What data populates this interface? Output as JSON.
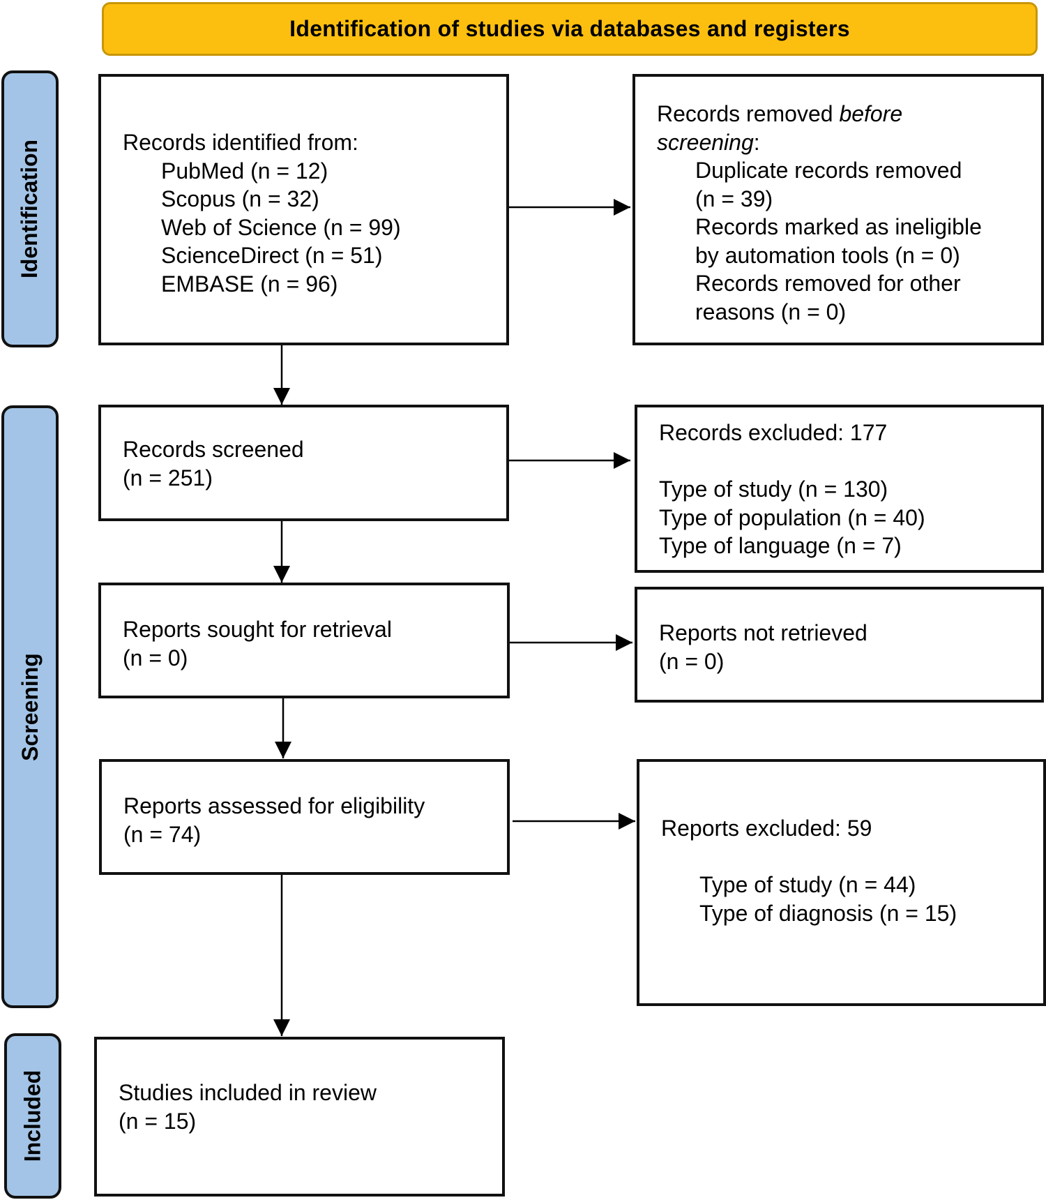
{
  "header": {
    "title": "Identification of studies via databases and registers"
  },
  "phases": {
    "identification": "Identification",
    "screening": "Screening",
    "included": "Included"
  },
  "records_identified": {
    "heading": "Records identified from:",
    "sources": [
      "PubMed (n = 12)",
      "Scopus (n = 32)",
      "Web of Science (n = 99)",
      "ScienceDirect (n = 51)",
      "EMBASE (n = 96)"
    ]
  },
  "records_removed": {
    "heading_a": "Records removed ",
    "heading_b": "before",
    "heading_c": "screening",
    "heading_d": ":",
    "lines": [
      "Duplicate records removed",
      "(n = 39)",
      "Records marked as ineligible",
      "by automation tools (n = 0)",
      "Records removed for other",
      "reasons (n = 0)"
    ]
  },
  "records_screened": {
    "label": "Records screened",
    "count": "(n = 251)"
  },
  "records_excluded": {
    "heading": "Records excluded: 177",
    "lines": [
      "Type of study (n = 130)",
      "Type of population (n = 40)",
      "Type of language (n = 7)"
    ]
  },
  "reports_sought": {
    "label": "Reports sought for retrieval",
    "count": "(n = 0)"
  },
  "reports_not_retrieved": {
    "label": "Reports not retrieved",
    "count": "(n = 0)"
  },
  "reports_assessed": {
    "label": "Reports assessed for eligibility",
    "count": "(n = 74)"
  },
  "reports_excluded": {
    "heading": "Reports excluded: 59",
    "lines": [
      "Type of study (n = 44)",
      "Type of diagnosis (n = 15)"
    ]
  },
  "studies_included": {
    "label": "Studies included in review",
    "count": "(n = 15)"
  }
}
